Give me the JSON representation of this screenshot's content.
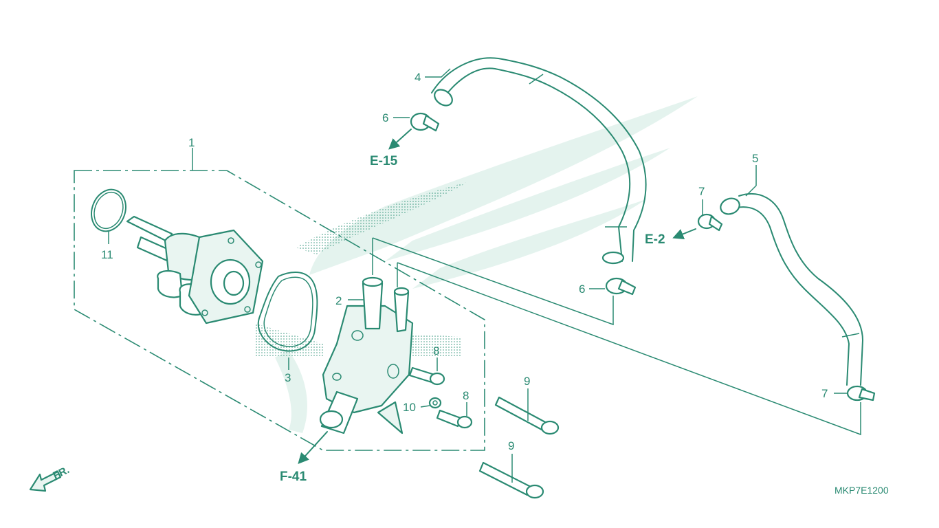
{
  "diagram": {
    "code": "MKP7E1200",
    "front_label": "FR.",
    "callouts": {
      "p1": "1",
      "p2": "2",
      "p3": "3",
      "p4": "4",
      "p5": "5",
      "p6a": "6",
      "p6b": "6",
      "p7a": "7",
      "p7b": "7",
      "p8a": "8",
      "p8b": "8",
      "p9a": "9",
      "p9b": "9",
      "p10": "10",
      "p11": "11"
    },
    "refs": {
      "e15": "E-15",
      "e2": "E-2",
      "f41": "F-41"
    },
    "colors": {
      "line": "#2a8a72",
      "watermark": "#e4f3ee"
    },
    "watermark": "wing-logo"
  }
}
